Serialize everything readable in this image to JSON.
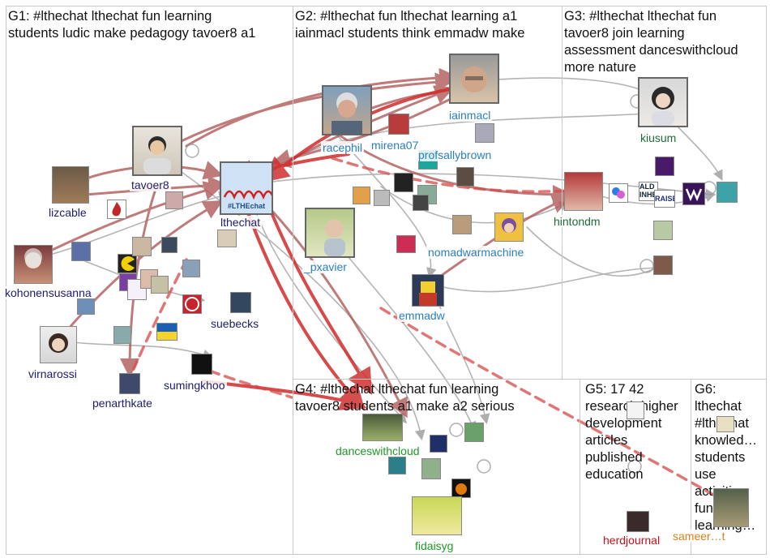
{
  "groups": [
    {
      "id": "G1",
      "title": "G1: #lthechat lthechat fun learning\nstudents ludic make pedagogy tavoer8 a1"
    },
    {
      "id": "G2",
      "title": "G2: #lthechat fun lthechat learning a1\niainmacl students think emmadw make"
    },
    {
      "id": "G3",
      "title": "G3: #lthechat lthechat fun\ntavoer8 join learning\nassessment danceswithcloud\nmore nature"
    },
    {
      "id": "G4",
      "title": "G4: #lthechat lthechat fun learning\ntavoer8 students a1 make a2 serious"
    },
    {
      "id": "G5",
      "title": "G5: 17 42\nresearch higher\ndevelopment\narticles\npublished\neducation"
    },
    {
      "id": "G6",
      "title": "G6:\nlthechat\n#lthechat\nknowled…\nstudents\nuse\nactivities\nfun\nlearning…"
    }
  ],
  "labels": {
    "tavoer8": "tavoer8",
    "lizcable": "lizcable",
    "lthechat": "lthechat",
    "kohonensusanna": "kohonensusanna",
    "suebecks": "suebecks",
    "virnarossi": "virnarossi",
    "sumingkhoo": "sumingkhoo",
    "penarthkate": "penarthkate",
    "racephil": "racephil",
    "iainmacl": "iainmacl",
    "mirena07": "mirena07",
    "profsallybrown": "profsallybrown",
    "pxavier": "_pxavier",
    "nomadwarmachine": "nomadwarmachine",
    "emmadw": "emmadw",
    "kiusum": "kiusum",
    "hintondm": "hintondm",
    "danceswithcloud": "danceswithcloud",
    "fidaisyg": "fidaisyg",
    "herdjournal": "herdjournal",
    "sameer": "sameer…t"
  },
  "node_images": {
    "lthechat_logo": "#LTHEchat",
    "aldinhe": "ALD\nINHE",
    "raise": "RAISE"
  },
  "colors": {
    "g1_label": "#1c1c6b",
    "g2_label": "#2a7fc0",
    "g3_label": "#1e6b3a",
    "g4_label": "#1f9a2a",
    "g5_label": "#c8101b",
    "g6_label": "#d7821b",
    "edge_strong": "#d02020",
    "edge_mid": "#b05050",
    "edge_grey": "#9a9a9a"
  }
}
